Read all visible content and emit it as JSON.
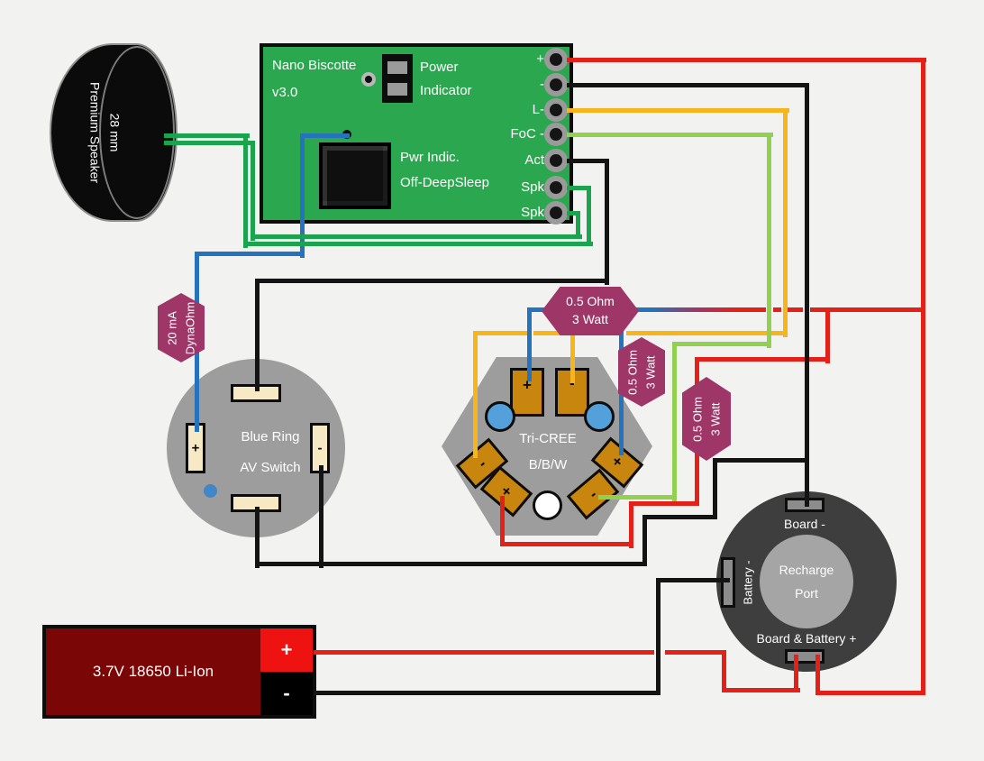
{
  "colors": {
    "background": "#F2F2F1",
    "board_green": "#2BA84F",
    "wire_red": "#E32119",
    "wire_black": "#141414",
    "wire_blue": "#2473BC",
    "wire_orange": "#F7B51C",
    "wire_focus_green": "#92D050",
    "wire_speaker_green": "#1CA34D",
    "resistor_plum": "#9E3768",
    "component_gray": "#9D9D9D",
    "pad_cream": "#F7E9C3",
    "pad_gold": "#C9860E",
    "led_blue": "#54A0DB",
    "port_dark_gray": "#3E3E3E",
    "port_inner_gray": "#A5A5A5",
    "battery_dark_red": "#7A0606",
    "battery_red": "#EE1310"
  },
  "speaker": {
    "line1": "28 mm",
    "line2": "Premium Speaker"
  },
  "board": {
    "name": "Nano Biscotte",
    "version": "v3.0",
    "power_indicator_line1": "Power",
    "power_indicator_line2": "Indicator",
    "switch_line1": "Pwr Indic.",
    "switch_line2": "Off-DeepSleep",
    "pins": [
      {
        "label": "+"
      },
      {
        "label": "-"
      },
      {
        "label": "L-"
      },
      {
        "label": "FoC -"
      },
      {
        "label": "Act"
      },
      {
        "label": "Spk"
      },
      {
        "label": "Spk"
      }
    ]
  },
  "dynaohm_resistor": {
    "line1": "20 mA",
    "line2": "DynaOhm"
  },
  "resistors": [
    {
      "line1": "0.5 Ohm",
      "line2": "3 Watt"
    },
    {
      "line1": "0.5 Ohm",
      "line2": "3 Watt"
    },
    {
      "line1": "0.5 Ohm",
      "line2": "3 Watt"
    }
  ],
  "av_switch": {
    "line1": "Blue Ring",
    "line2": "AV Switch",
    "plus_pad": "+",
    "minus_pad": "-"
  },
  "tri_cree": {
    "line1": "Tri-CREE",
    "line2": "B/B/W",
    "pads": {
      "top_left": "+",
      "top_right": "-",
      "left": "-",
      "right": "+",
      "bottom_left": "+",
      "bottom_right": "-"
    }
  },
  "recharge_port": {
    "line1": "Recharge",
    "line2": "Port",
    "board_negative": "Board -",
    "battery_negative": "Battery -",
    "board_battery_positive": "Board & Battery +"
  },
  "battery": {
    "label": "3.7V 18650 Li-Ion",
    "positive": "+",
    "negative": "-"
  }
}
